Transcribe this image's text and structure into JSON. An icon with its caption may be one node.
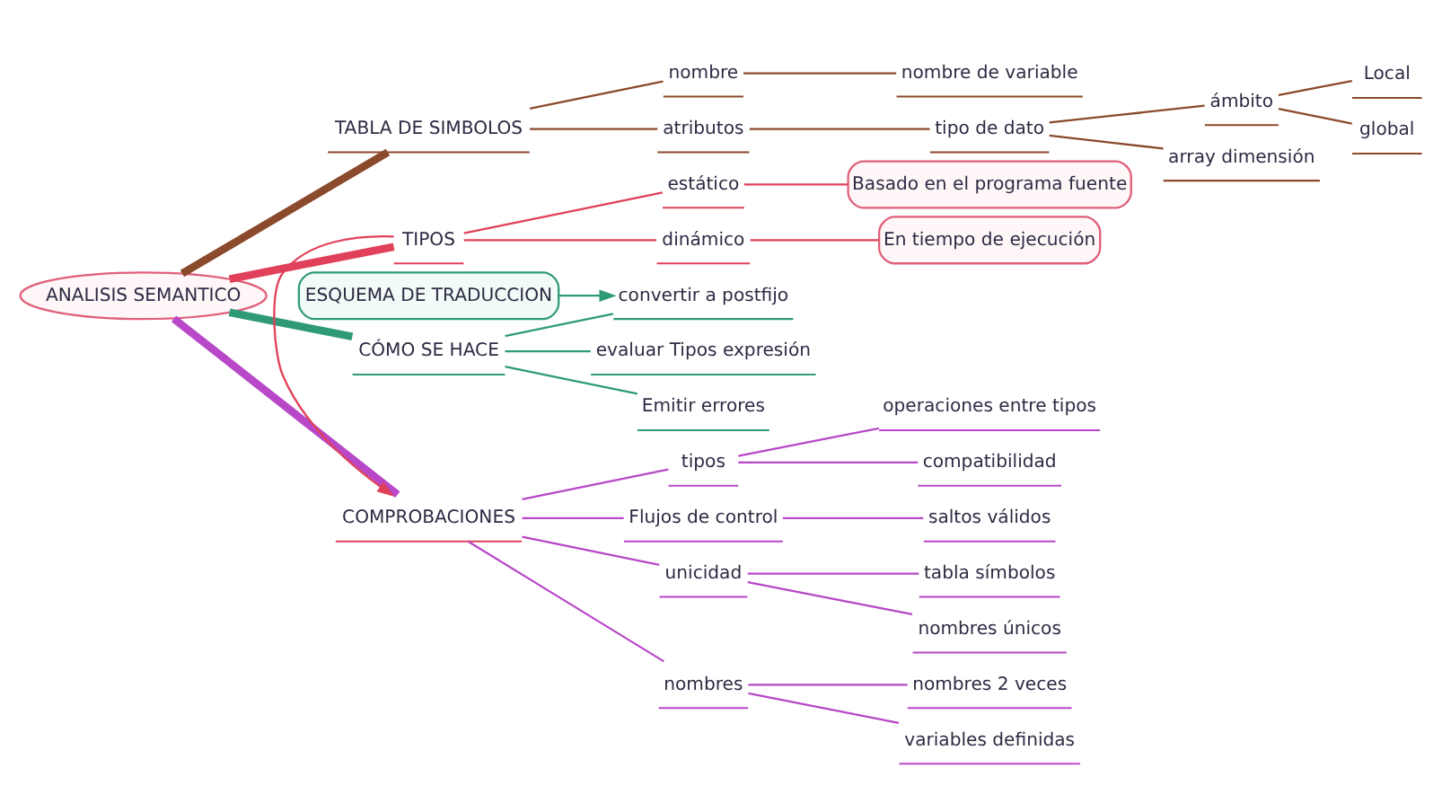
{
  "diagram": {
    "nodes": [
      {
        "text": [
          "ANALISIS SEMANTICO"
        ]
      },
      {
        "text": [
          "TABLA DE SIMBOLOS"
        ]
      },
      {
        "text": [
          "nombre"
        ]
      },
      {
        "text": [
          "nombre de variable"
        ]
      },
      {
        "text": [
          "atributos"
        ]
      },
      {
        "text": [
          "tipo de dato"
        ]
      },
      {
        "text": [
          "ámbito"
        ]
      },
      {
        "text": [
          "Local"
        ]
      },
      {
        "text": [
          "global"
        ]
      },
      {
        "text": [
          "array dimensión"
        ]
      },
      {
        "text": [
          "TIPOS"
        ]
      },
      {
        "text": [
          "estático"
        ]
      },
      {
        "text": [
          "Basado en el programa fuente"
        ]
      },
      {
        "text": [
          "dinámico"
        ]
      },
      {
        "text": [
          "En tiempo de ejecución"
        ]
      },
      {
        "text": [
          "CÓMO SE HACE"
        ]
      },
      {
        "text": [
          "ESQUEMA DE TRADUCCION"
        ]
      },
      {
        "text": [
          "convertir a postfijo"
        ]
      },
      {
        "text": [
          "evaluar Tipos expresión"
        ]
      },
      {
        "text": [
          "Emitir errores"
        ]
      },
      {
        "text": [
          "COMPROBACIONES"
        ]
      },
      {
        "text": [
          "tipos"
        ]
      },
      {
        "text": [
          "operaciones entre tipos"
        ]
      },
      {
        "text": [
          "compatibilidad"
        ]
      },
      {
        "text": [
          "Flujos de control"
        ]
      },
      {
        "text": [
          "saltos válidos"
        ]
      },
      {
        "text": [
          "unicidad"
        ]
      },
      {
        "text": [
          "tabla símbolos"
        ]
      },
      {
        "text": [
          "nombres únicos"
        ]
      },
      {
        "text": [
          "nombres"
        ]
      },
      {
        "text": [
          "nombres 2 veces"
        ]
      },
      {
        "text": [
          "variables definidas"
        ]
      }
    ],
    "edges": [
      {
        "from": 0,
        "to": 1,
        "arrow": "none",
        "style": "thick",
        "color": "#8b4a2b"
      },
      {
        "from": 1,
        "to": 2,
        "arrow": "none",
        "color": "#8b4a2b"
      },
      {
        "from": 2,
        "to": 3,
        "arrow": "none",
        "color": "#8b4a2b"
      },
      {
        "from": 1,
        "to": 4,
        "arrow": "none",
        "color": "#8b4a2b"
      },
      {
        "from": 4,
        "to": 5,
        "arrow": "none",
        "color": "#8b4a2b"
      },
      {
        "from": 5,
        "to": 6,
        "arrow": "none",
        "color": "#8b4a2b"
      },
      {
        "from": 6,
        "to": 7,
        "arrow": "none",
        "color": "#8b4a2b"
      },
      {
        "from": 6,
        "to": 8,
        "arrow": "none",
        "color": "#8b4a2b"
      },
      {
        "from": 5,
        "to": 9,
        "arrow": "none",
        "color": "#8b4a2b"
      },
      {
        "from": 0,
        "to": 10,
        "arrow": "none",
        "style": "thick",
        "color": "#e0405a"
      },
      {
        "from": 10,
        "to": 11,
        "arrow": "none",
        "color": "#e0405a"
      },
      {
        "from": 11,
        "to": 12,
        "arrow": "none",
        "color": "#e0405a"
      },
      {
        "from": 10,
        "to": 13,
        "arrow": "none",
        "color": "#e0405a"
      },
      {
        "from": 13,
        "to": 14,
        "arrow": "none",
        "color": "#e0405a"
      },
      {
        "from": 10,
        "to": 20,
        "arrow": "to",
        "color": "#e0405a"
      },
      {
        "from": 0,
        "to": 15,
        "arrow": "none",
        "style": "thick",
        "color": "#2f9a78"
      },
      {
        "from": 16,
        "to": 17,
        "arrow": "to",
        "color": "#2f9a78"
      },
      {
        "from": 15,
        "to": 17,
        "arrow": "none",
        "color": "#2f9a78"
      },
      {
        "from": 15,
        "to": 18,
        "arrow": "none",
        "color": "#2f9a78"
      },
      {
        "from": 15,
        "to": 19,
        "arrow": "none",
        "color": "#2f9a78"
      },
      {
        "from": 0,
        "to": 20,
        "arrow": "none",
        "style": "thick",
        "color": "#b848c8"
      },
      {
        "from": 20,
        "to": 21,
        "arrow": "none",
        "color": "#b848c8"
      },
      {
        "from": 21,
        "to": 22,
        "arrow": "none",
        "color": "#b848c8"
      },
      {
        "from": 21,
        "to": 23,
        "arrow": "none",
        "color": "#b848c8"
      },
      {
        "from": 20,
        "to": 24,
        "arrow": "none",
        "color": "#b848c8"
      },
      {
        "from": 24,
        "to": 25,
        "arrow": "none",
        "color": "#b848c8"
      },
      {
        "from": 20,
        "to": 26,
        "arrow": "none",
        "color": "#b848c8"
      },
      {
        "from": 26,
        "to": 27,
        "arrow": "none",
        "color": "#b848c8"
      },
      {
        "from": 26,
        "to": 28,
        "arrow": "none",
        "color": "#b848c8"
      },
      {
        "from": 20,
        "to": 29,
        "arrow": "none",
        "color": "#b848c8"
      },
      {
        "from": 29,
        "to": 30,
        "arrow": "none",
        "color": "#b848c8"
      },
      {
        "from": 29,
        "to": 31,
        "arrow": "none",
        "color": "#b848c8"
      }
    ]
  }
}
